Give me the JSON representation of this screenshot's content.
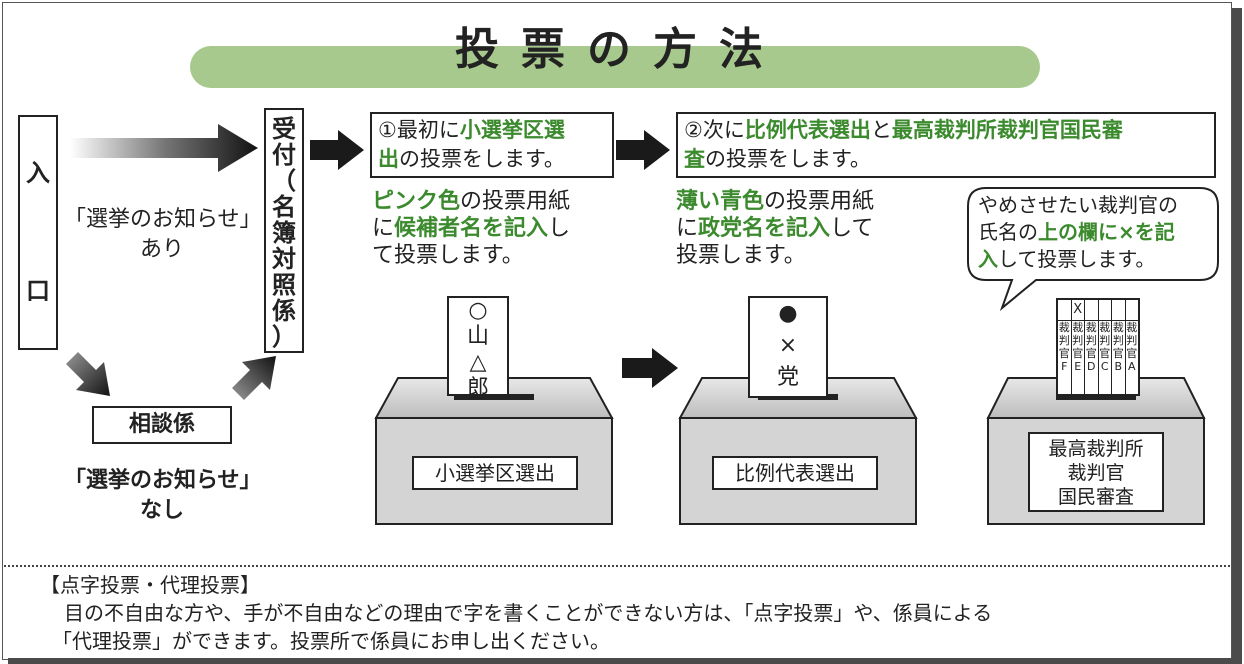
{
  "title": "投票の方法",
  "entrance": {
    "chars": [
      "入",
      "口"
    ]
  },
  "reception": {
    "chars": [
      "受",
      "付",
      "（",
      "名",
      "簿",
      "対",
      "照",
      "係",
      "）"
    ]
  },
  "notice_yes": {
    "line1": "「選挙のお知らせ」",
    "line2": "あり"
  },
  "notice_no": {
    "line1": "「選挙のお知らせ」",
    "line2": "なし"
  },
  "consult": "相談係",
  "step1": {
    "p1": "①最初に",
    "g1": "小選挙区選",
    "g2": "出",
    "p2": "の投票をします。"
  },
  "step2": {
    "p1": "②次に",
    "g1": "比例代表選出",
    "p2": "と",
    "g2": "最高裁判所裁判官国民審",
    "g3": "査",
    "p3": "の投票をします。"
  },
  "desc1": {
    "g1": "ピンク色",
    "p1": "の投票用紙",
    "p2": "に",
    "g2": "候補者名を記入",
    "p3": "し",
    "p4": "て投票します。"
  },
  "desc2": {
    "g1": "薄い青色",
    "p1": "の投票用紙",
    "p2": "に",
    "g2": "政党名を記入",
    "p3": "して",
    "p4": "投票します。"
  },
  "bubble": {
    "p1": "やめさせたい裁判官の",
    "p2": "氏名の",
    "g1": "上の欄に×を記",
    "g2": "入",
    "p3": "して投票します。"
  },
  "ballot1": [
    "○",
    "山",
    "△",
    "郎"
  ],
  "ballot2": [
    "●",
    "×",
    "党"
  ],
  "judges": [
    {
      "mark": "",
      "name": "裁判官F"
    },
    {
      "mark": "X",
      "name": "裁判官E"
    },
    {
      "mark": "",
      "name": "裁判官D"
    },
    {
      "mark": "",
      "name": "裁判官C"
    },
    {
      "mark": "",
      "name": "裁判官B"
    },
    {
      "mark": "",
      "name": "裁判官A"
    }
  ],
  "box1_label": "小選挙区選出",
  "box2_label": "比例代表選出",
  "box3_label": {
    "l1": "最高裁判所",
    "l2": "裁判官",
    "l3": "国民審査"
  },
  "footer": {
    "heading": "【点字投票・代理投票】",
    "line1": "目の不自由な方や、手が不自由などの理由で字を書くことができない方は、「点字投票」や、係員による",
    "line2": "「代理投票」ができます。投票所で係員にお申し出ください。"
  },
  "colors": {
    "green": "#3c8a2e",
    "title_bar": "#a7c98d"
  }
}
